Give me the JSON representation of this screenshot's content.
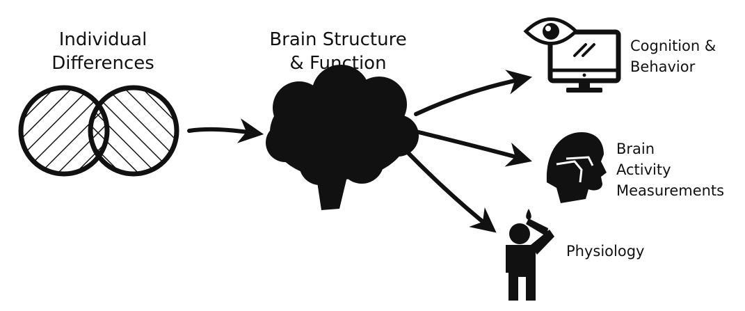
{
  "diagram": {
    "individual_differences": {
      "line1": "Individual",
      "line2": "Differences"
    },
    "brain": {
      "line1": "Brain Structure",
      "line2": "& Function"
    },
    "outputs": [
      {
        "id": "cognition",
        "lines": [
          "Cognition &",
          "Behavior"
        ],
        "icon": "eye-monitor-icon"
      },
      {
        "id": "brain-activity",
        "lines": [
          "Brain",
          "Activity",
          "Measurements"
        ],
        "icon": "eeg-cap-head-icon"
      },
      {
        "id": "physiology",
        "lines": [
          "Physiology"
        ],
        "icon": "sweating-person-icon"
      }
    ],
    "colors": {
      "ink": "#111111",
      "background": "#ffffff"
    }
  }
}
